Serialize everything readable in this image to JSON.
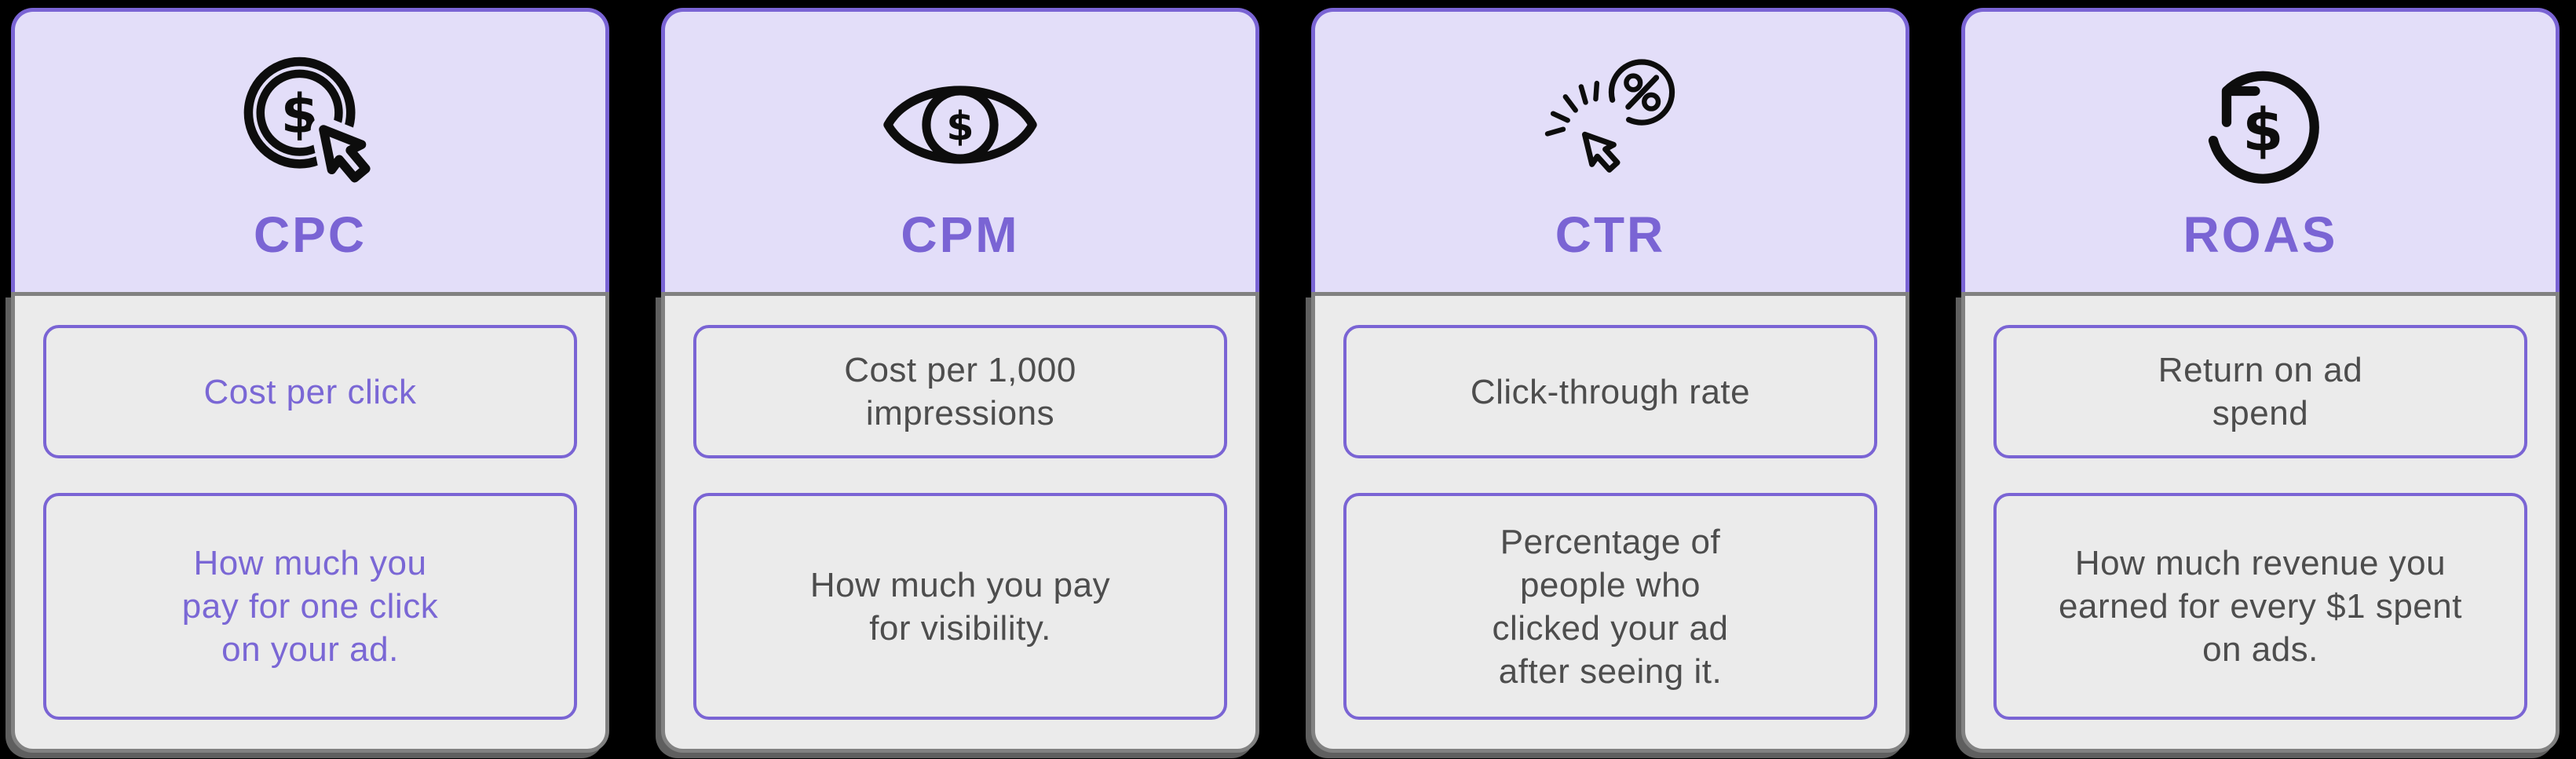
{
  "theme": {
    "page_bg": "#000000",
    "header_bg": "#e3def9",
    "purple": "#7a64d4",
    "accent_text": "#7a67d5",
    "body_bg": "#ebebeb",
    "gray_border": "#818181",
    "gray_text": "#4d4d4d",
    "icon": "#0d0d0d",
    "shadow": "#5f5f5f"
  },
  "cards": [
    {
      "id": "cpc",
      "icon": "coin-click-icon",
      "title": "CPC",
      "definition": "Cost per click",
      "description": "How much you\npay for one click\non your ad."
    },
    {
      "id": "cpm",
      "icon": "eye-dollar-icon",
      "title": "CPM",
      "definition": "Cost per 1,000\nimpressions",
      "description": "How much you pay\nfor visibility."
    },
    {
      "id": "ctr",
      "icon": "click-percent-icon",
      "title": "CTR",
      "definition": "Click-through rate",
      "description": "Percentage of\npeople who\nclicked your ad\nafter seeing it."
    },
    {
      "id": "roas",
      "icon": "refresh-dollar-icon",
      "title": "ROAS",
      "definition": "Return on ad\nspend",
      "description": "How much revenue you\nearned for every $1 spent\non ads."
    }
  ]
}
